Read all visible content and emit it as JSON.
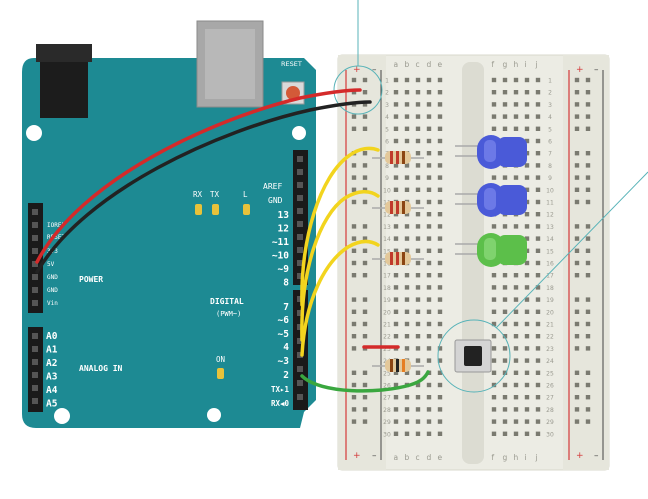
{
  "board": {
    "reset_label": "RESET",
    "rx_label": "RX",
    "tx_label": "TX",
    "l_label": "L",
    "aref_label": "AREF",
    "gnd_label": "GND",
    "on_label": "ON",
    "ioref_label": "IOREF",
    "reset_pin_label": "RESET",
    "power_label": "POWER",
    "power_pins": [
      "3V3",
      "5V",
      "GND",
      "GND",
      "Vin"
    ],
    "analog_label": "ANALOG IN",
    "analog_pins": [
      "A0",
      "A1",
      "A2",
      "A3",
      "A4",
      "A5"
    ],
    "digital_label": "DIGITAL",
    "pwm_label": "(PWM~)",
    "digital_pins_top": [
      "13",
      "12",
      "~11",
      "~10",
      "~9",
      "8"
    ],
    "digital_pins_bottom": [
      "7",
      "~6",
      "~5",
      "4",
      "~3",
      "2",
      "TX▸1",
      "RX◀0"
    ]
  },
  "breadboard": {
    "letters_left": [
      "a",
      "b",
      "c",
      "d",
      "e"
    ],
    "letters_right": [
      "f",
      "g",
      "h",
      "i",
      "j"
    ],
    "row_numbers": [
      "1",
      "2",
      "3",
      "4",
      "5",
      "6",
      "7",
      "8",
      "9",
      "10",
      "11",
      "12",
      "13",
      "14",
      "15",
      "16",
      "17",
      "18",
      "19",
      "20",
      "21",
      "22",
      "23",
      "24",
      "25",
      "26",
      "27",
      "28",
      "29",
      "30"
    ],
    "rail_plus": "+",
    "rail_minus": "–"
  },
  "components": {
    "leds": [
      {
        "color": "#4a5ad8",
        "highlight": "#7b86ee"
      },
      {
        "color": "#4a5ad8",
        "highlight": "#7b86ee"
      },
      {
        "color": "#5cbf4a",
        "highlight": "#8fdc7d"
      }
    ],
    "wire_colors": {
      "power": "#d42a2a",
      "ground": "#222222",
      "signal": "#f2d41e",
      "button": "#3aa73f"
    },
    "board_color": "#1d8a93",
    "button": "push-button"
  }
}
